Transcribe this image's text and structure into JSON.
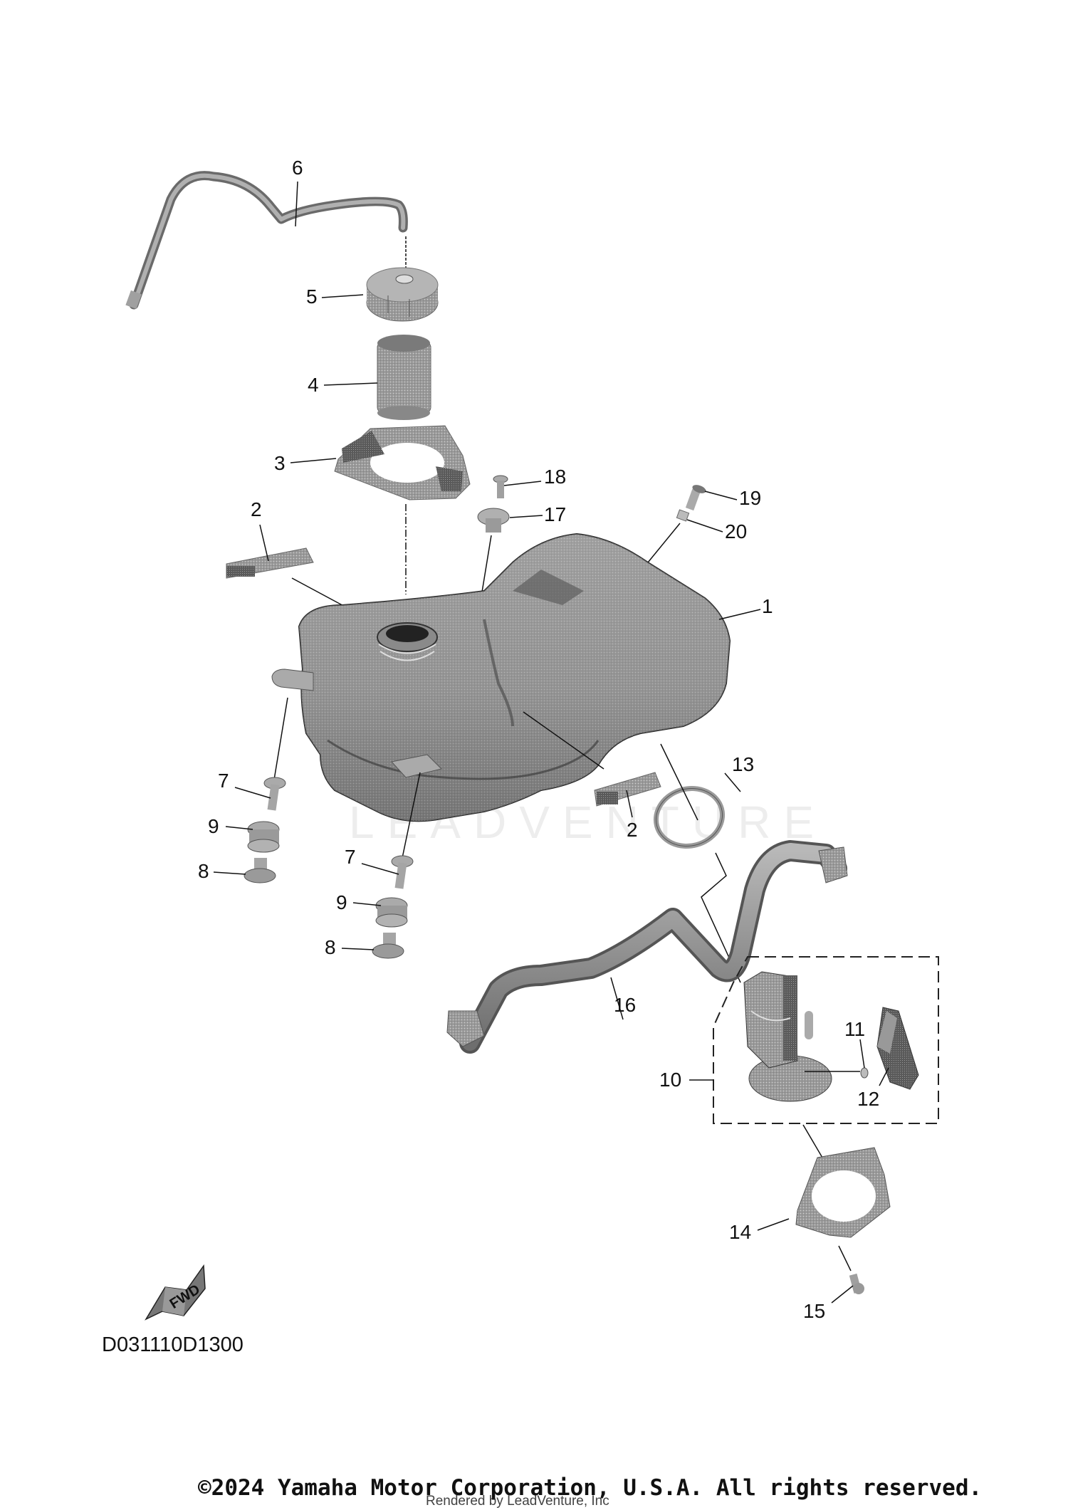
{
  "diagram": {
    "code": "D031110D1300",
    "watermark": "LEADVENTURE",
    "fwd_label": "FWD",
    "callouts": [
      {
        "id": "1",
        "label": "1",
        "part": "fuel-tank"
      },
      {
        "id": "2a",
        "label": "2",
        "part": "damper-left"
      },
      {
        "id": "2b",
        "label": "2",
        "part": "damper-right"
      },
      {
        "id": "3",
        "label": "3",
        "part": "filler-cover-bracket"
      },
      {
        "id": "4",
        "label": "4",
        "part": "filler-neck-sleeve"
      },
      {
        "id": "5",
        "label": "5",
        "part": "fuel-cap"
      },
      {
        "id": "6",
        "label": "6",
        "part": "breather-hose"
      },
      {
        "id": "7a",
        "label": "7",
        "part": "bolt-left"
      },
      {
        "id": "7b",
        "label": "7",
        "part": "bolt-right"
      },
      {
        "id": "8a",
        "label": "8",
        "part": "collar-left"
      },
      {
        "id": "8b",
        "label": "8",
        "part": "collar-right"
      },
      {
        "id": "9a",
        "label": "9",
        "part": "grommet-left"
      },
      {
        "id": "9b",
        "label": "9",
        "part": "grommet-right"
      },
      {
        "id": "10",
        "label": "10",
        "part": "fuel-pump-assembly"
      },
      {
        "id": "11",
        "label": "11",
        "part": "pump-small-part"
      },
      {
        "id": "12",
        "label": "12",
        "part": "pump-filter"
      },
      {
        "id": "13",
        "label": "13",
        "part": "o-ring-gasket"
      },
      {
        "id": "14",
        "label": "14",
        "part": "pump-retainer-plate"
      },
      {
        "id": "15",
        "label": "15",
        "part": "retainer-bolt"
      },
      {
        "id": "16",
        "label": "16",
        "part": "fuel-hose"
      },
      {
        "id": "17",
        "label": "17",
        "part": "grommet-top"
      },
      {
        "id": "18",
        "label": "18",
        "part": "screw-top"
      },
      {
        "id": "19",
        "label": "19",
        "part": "bolt-top-right"
      },
      {
        "id": "20",
        "label": "20",
        "part": "collar-top-right"
      }
    ]
  },
  "footer": {
    "copyright": "©2024 Yamaha Motor Corporation, U.S.A. All rights reserved.",
    "rendered_by": "Rendered by LeadVenture, Inc"
  }
}
